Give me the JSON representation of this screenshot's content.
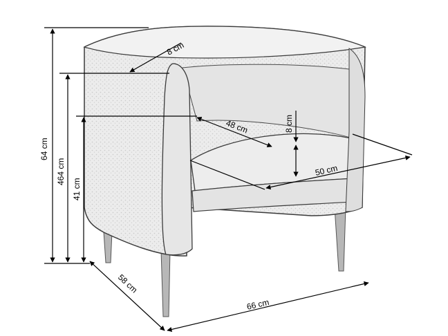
{
  "diagram": {
    "dimensions": {
      "total_height": "64 cm",
      "height_2": "464 cm",
      "seat_height": "41 cm",
      "armrest_width": "8 cm",
      "seat_depth": "48 cm",
      "seat_cushion_height": "8 cm",
      "seat_width": "50 cm",
      "depth": "58 cm",
      "width": "66 cm"
    },
    "colors": {
      "line": "#000000",
      "outline": "#3a3a3a",
      "fabric": "#e9e9e9",
      "leg": "#9a9a9a"
    }
  }
}
